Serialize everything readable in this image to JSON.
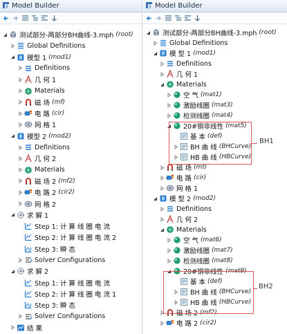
{
  "app_title": "Model Builder",
  "left": {
    "rows": [
      {
        "d": 0,
        "t": "open",
        "i": "model-file",
        "label": "测试部分-两部分BH曲线-3.mph",
        "tag": "(root)"
      },
      {
        "d": 1,
        "t": "closed",
        "i": "global-defs",
        "label": "Global Definitions",
        "tag": ""
      },
      {
        "d": 1,
        "t": "open",
        "i": "model",
        "label": "模型 1",
        "tag": "(mod1)"
      },
      {
        "d": 2,
        "t": "closed",
        "i": "definitions",
        "label": "Definitions",
        "tag": ""
      },
      {
        "d": 2,
        "t": "closed",
        "i": "geometry",
        "label": "几 何 1",
        "tag": ""
      },
      {
        "d": 2,
        "t": "closed",
        "i": "materials",
        "label": "Materials",
        "tag": ""
      },
      {
        "d": 2,
        "t": "closed",
        "i": "magnetic",
        "label": "磁 场",
        "tag": "(mf)"
      },
      {
        "d": 2,
        "t": "closed",
        "i": "circuit",
        "label": "电 路",
        "tag": "(cir)"
      },
      {
        "d": 2,
        "t": "closed",
        "i": "mesh",
        "label": "网 格 1",
        "tag": ""
      },
      {
        "d": 1,
        "t": "open",
        "i": "model",
        "label": "模型 2",
        "tag": "(mod2)"
      },
      {
        "d": 2,
        "t": "closed",
        "i": "definitions",
        "label": "Definitions",
        "tag": ""
      },
      {
        "d": 2,
        "t": "closed",
        "i": "geometry",
        "label": "几 何 2",
        "tag": ""
      },
      {
        "d": 2,
        "t": "closed",
        "i": "materials",
        "label": "Materials",
        "tag": ""
      },
      {
        "d": 2,
        "t": "closed",
        "i": "magnetic",
        "label": "磁 场 2",
        "tag": "(mf2)"
      },
      {
        "d": 2,
        "t": "closed",
        "i": "circuit",
        "label": "电 路 2",
        "tag": "(cir2)"
      },
      {
        "d": 2,
        "t": "closed",
        "i": "mesh",
        "label": "网 格 2",
        "tag": ""
      },
      {
        "d": 1,
        "t": "open",
        "i": "study",
        "label": "求 解 1",
        "tag": ""
      },
      {
        "d": 2,
        "t": "none",
        "i": "step",
        "label": "Step 1: 计 算 线 圈 电 流",
        "tag": ""
      },
      {
        "d": 2,
        "t": "none",
        "i": "step",
        "label": "Step 2: 计 算 线 圈 电 流 2",
        "tag": ""
      },
      {
        "d": 2,
        "t": "none",
        "i": "step-transient",
        "label": "Step 3: 瞬 态",
        "tag": ""
      },
      {
        "d": 2,
        "t": "closed",
        "i": "solver",
        "label": "Solver Configurations",
        "tag": ""
      },
      {
        "d": 1,
        "t": "open",
        "i": "study",
        "label": "求 解 2",
        "tag": ""
      },
      {
        "d": 2,
        "t": "none",
        "i": "step",
        "label": "Step 1: 计 算 线 圈 电 流",
        "tag": ""
      },
      {
        "d": 2,
        "t": "none",
        "i": "step",
        "label": "Step 2: 计 算 线 圈 电 流 1",
        "tag": ""
      },
      {
        "d": 2,
        "t": "none",
        "i": "step-transient",
        "label": "Step 3: 瞬 态",
        "tag": ""
      },
      {
        "d": 2,
        "t": "closed",
        "i": "solver",
        "label": "Solver Configurations",
        "tag": ""
      },
      {
        "d": 1,
        "t": "closed",
        "i": "results",
        "label": "结 果",
        "tag": ""
      }
    ]
  },
  "right": {
    "rows": [
      {
        "d": 0,
        "t": "open",
        "i": "model-file",
        "label": "测试部分-两部分BH曲线-3.mph",
        "tag": "(root)"
      },
      {
        "d": 1,
        "t": "closed",
        "i": "global-defs",
        "label": "Global Definitions",
        "tag": ""
      },
      {
        "d": 1,
        "t": "open",
        "i": "model",
        "label": "模 型 1",
        "tag": "(mod1)"
      },
      {
        "d": 2,
        "t": "closed",
        "i": "definitions",
        "label": "Definitions",
        "tag": ""
      },
      {
        "d": 2,
        "t": "closed",
        "i": "geometry",
        "label": "几 何 1",
        "tag": ""
      },
      {
        "d": 2,
        "t": "open",
        "i": "materials",
        "label": "Materials",
        "tag": ""
      },
      {
        "d": 3,
        "t": "closed",
        "i": "material",
        "label": "空 气",
        "tag": "(mat1)"
      },
      {
        "d": 3,
        "t": "closed",
        "i": "material",
        "label": "激励线圈",
        "tag": "(mat3)"
      },
      {
        "d": 3,
        "t": "closed",
        "i": "material",
        "label": "检测线圈",
        "tag": "(mat4)"
      },
      {
        "d": 3,
        "t": "open",
        "i": "material",
        "label": "20#钢非线性",
        "tag": "(mat5)"
      },
      {
        "d": 4,
        "t": "none",
        "i": "property",
        "label": "基 本",
        "tag": "(def)"
      },
      {
        "d": 4,
        "t": "closed",
        "i": "property",
        "label": "BH 曲 线",
        "tag": "(BHCurve)"
      },
      {
        "d": 4,
        "t": "closed",
        "i": "property",
        "label": "HB 曲 线",
        "tag": "(HBCurve)"
      },
      {
        "d": 2,
        "t": "closed",
        "i": "magnetic",
        "label": "磁 场",
        "tag": "(mf)"
      },
      {
        "d": 2,
        "t": "closed",
        "i": "circuit",
        "label": "电 路",
        "tag": "(cir)"
      },
      {
        "d": 2,
        "t": "closed",
        "i": "mesh",
        "label": "网 格 1",
        "tag": ""
      },
      {
        "d": 1,
        "t": "open",
        "i": "model",
        "label": "模 型 2",
        "tag": "(mod2)"
      },
      {
        "d": 2,
        "t": "closed",
        "i": "definitions",
        "label": "Definitions",
        "tag": ""
      },
      {
        "d": 2,
        "t": "closed",
        "i": "geometry",
        "label": "几 何 2",
        "tag": ""
      },
      {
        "d": 2,
        "t": "open",
        "i": "materials",
        "label": "Materials",
        "tag": ""
      },
      {
        "d": 3,
        "t": "closed",
        "i": "material",
        "label": "空 气",
        "tag": "(mat6)"
      },
      {
        "d": 3,
        "t": "closed",
        "i": "material",
        "label": "激励线圈",
        "tag": "(mat7)"
      },
      {
        "d": 3,
        "t": "closed",
        "i": "material",
        "label": "检测线圈",
        "tag": "(mat8)"
      },
      {
        "d": 3,
        "t": "open",
        "i": "material",
        "label": "20#钢非线性",
        "tag": "(mat9)"
      },
      {
        "d": 4,
        "t": "none",
        "i": "property",
        "label": "基 本",
        "tag": "(def)"
      },
      {
        "d": 4,
        "t": "closed",
        "i": "property",
        "label": "BH 曲 线",
        "tag": "(BHCurve)"
      },
      {
        "d": 4,
        "t": "closed",
        "i": "property",
        "label": "HB 曲 线",
        "tag": "(HBCurve)"
      },
      {
        "d": 2,
        "t": "closed",
        "i": "magnetic",
        "label": "磁 场 2",
        "tag": "(mf2)"
      },
      {
        "d": 2,
        "t": "closed",
        "i": "circuit",
        "label": "电 路 2",
        "tag": "(cir2)"
      }
    ],
    "annotations": [
      "BH1",
      "BH2"
    ]
  },
  "colors": {
    "highlight_box": "#e0545c",
    "accent_blue": "#2f7fd0",
    "material_green": "#1f9d6c"
  }
}
